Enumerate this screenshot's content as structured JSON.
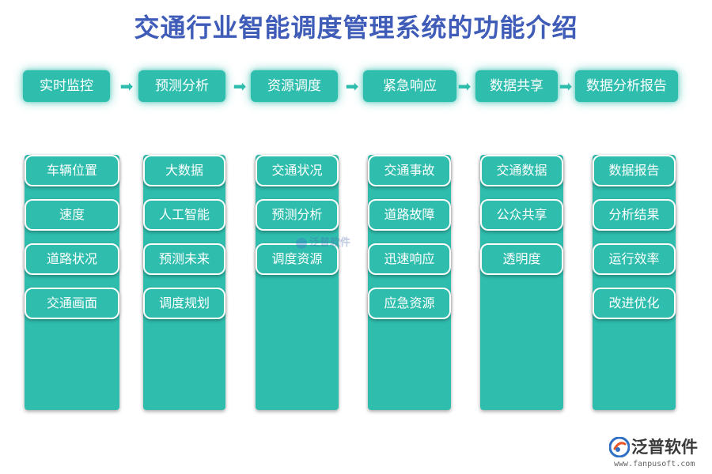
{
  "title": "交通行业智能调度管理系统的功能介绍",
  "arrow_glyph": "➡",
  "headers": [
    "实时监控",
    "预测分析",
    "资源调度",
    "紧急响应",
    "数据共享",
    "数据分析报告"
  ],
  "columns": [
    [
      "车辆位置",
      "速度",
      "道路状况",
      "交通画面"
    ],
    [
      "大数据",
      "人工智能",
      "预测未来",
      "调度规划"
    ],
    [
      "交通状况",
      "预测分析",
      "调度资源"
    ],
    [
      "交通事故",
      "道路故障",
      "迅速响应",
      "应急资源"
    ],
    [
      "交通数据",
      "公众共享",
      "透明度"
    ],
    [
      "数据报告",
      "分析结果",
      "运行效率",
      "改进优化"
    ]
  ],
  "watermark": "泛普软件",
  "brand": {
    "name": "泛普软件",
    "url": "www.fanpusoft.com"
  },
  "colors": {
    "accent": "#2fbdad",
    "title": "#3f5cb8",
    "item_border": "#ffffff"
  }
}
